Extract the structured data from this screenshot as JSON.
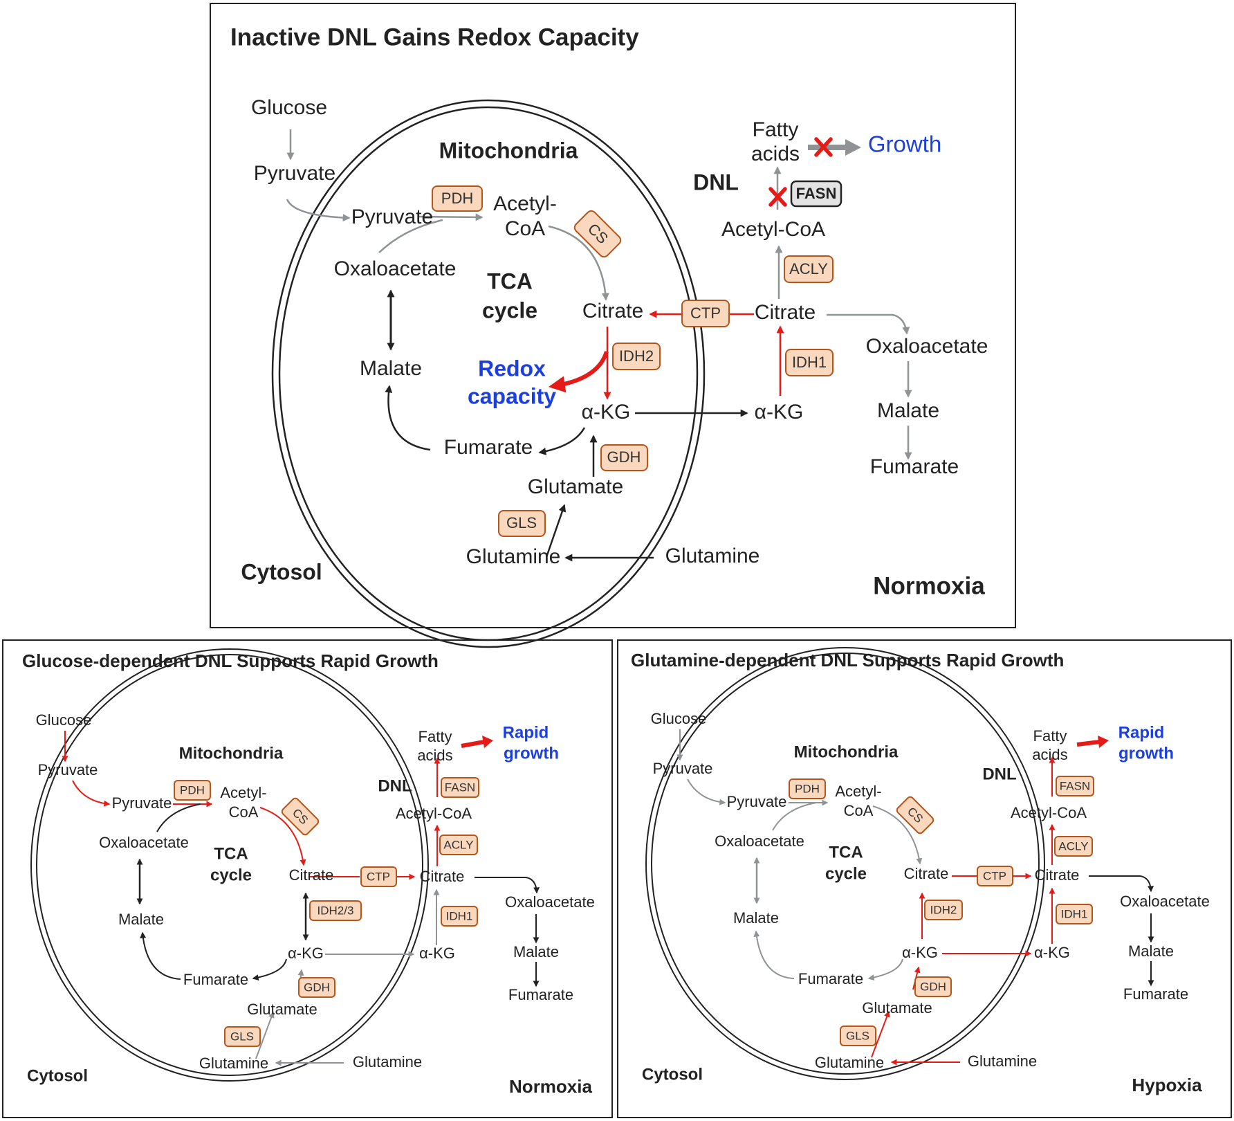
{
  "colors": {
    "red": "#e41b17",
    "gray": "#8f9396",
    "black": "#222222",
    "blue": "#1c3fe0",
    "enzyme_fill": "#f9d8bd",
    "enzyme_stroke": "#b4551c"
  },
  "top": {
    "title": "Inactive DNL Gains Redox Capacity",
    "glucose": "Glucose",
    "pyruvate_cyto": "Pyruvate",
    "pyruvate_mito": "Pyruvate",
    "mitochondria": "Mitochondria",
    "acetyl_coa_mito_1": "Acetyl-",
    "acetyl_coa_mito_2": "CoA",
    "oxaloacetate_mito": "Oxaloacetate",
    "tca_1": "TCA",
    "tca_2": "cycle",
    "citrate_mito": "Citrate",
    "malate_mito": "Malate",
    "redox_1": "Redox",
    "redox_2": "capacity",
    "akg_mito": "α-KG",
    "fumarate_mito": "Fumarate",
    "glutamate": "Glutamate",
    "glutamine_mito": "Glutamine",
    "glutamine_cyto": "Glutamine",
    "cytosol": "Cytosol",
    "condition": "Normoxia",
    "dnl": "DNL",
    "fatty_1": "Fatty",
    "fatty_2": "acids",
    "growth": "Growth",
    "acetyl_coa_cyto": "Acetyl-CoA",
    "citrate_cyto": "Citrate",
    "akg_cyto": "α-KG",
    "oxaloacetate_cyto": "Oxaloacetate",
    "malate_cyto": "Malate",
    "fumarate_cyto": "Fumarate",
    "enzymes": {
      "pdh": "PDH",
      "cs": "CS",
      "ctp": "CTP",
      "idh2": "IDH2",
      "gdh": "GDH",
      "gls": "GLS",
      "acly": "ACLY",
      "idh1": "IDH1",
      "fasn": "FASN"
    }
  },
  "left": {
    "title": "Glucose-dependent DNL Supports Rapid Growth",
    "glucose": "Glucose",
    "pyruvate_cyto": "Pyruvate",
    "pyruvate_mito": "Pyruvate",
    "mitochondria": "Mitochondria",
    "acetyl_coa_mito_1": "Acetyl-",
    "acetyl_coa_mito_2": "CoA",
    "oxaloacetate_mito": "Oxaloacetate",
    "tca_1": "TCA",
    "tca_2": "cycle",
    "citrate_mito": "Citrate",
    "malate_mito": "Malate",
    "akg_mito": "α-KG",
    "fumarate_mito": "Fumarate",
    "glutamate": "Glutamate",
    "glutamine_mito": "Glutamine",
    "glutamine_cyto": "Glutamine",
    "cytosol": "Cytosol",
    "condition": "Normoxia",
    "dnl": "DNL",
    "fatty_1": "Fatty",
    "fatty_2": "acids",
    "growth_1": "Rapid",
    "growth_2": "growth",
    "acetyl_coa_cyto": "Acetyl-CoA",
    "citrate_cyto": "Citrate",
    "akg_cyto": "α-KG",
    "oxaloacetate_cyto": "Oxaloacetate",
    "malate_cyto": "Malate",
    "fumarate_cyto": "Fumarate",
    "enzymes": {
      "pdh": "PDH",
      "cs": "CS",
      "ctp": "CTP",
      "idh": "IDH2/3",
      "gdh": "GDH",
      "gls": "GLS",
      "acly": "ACLY",
      "idh1": "IDH1",
      "fasn": "FASN"
    }
  },
  "right": {
    "title": "Glutamine-dependent DNL Supports Rapid Growth",
    "glucose": "Glucose",
    "pyruvate_cyto": "Pyruvate",
    "pyruvate_mito": "Pyruvate",
    "mitochondria": "Mitochondria",
    "acetyl_coa_mito_1": "Acetyl-",
    "acetyl_coa_mito_2": "CoA",
    "oxaloacetate_mito": "Oxaloacetate",
    "tca_1": "TCA",
    "tca_2": "cycle",
    "citrate_mito": "Citrate",
    "malate_mito": "Malate",
    "akg_mito": "α-KG",
    "fumarate_mito": "Fumarate",
    "glutamate": "Glutamate",
    "glutamine_mito": "Glutamine",
    "glutamine_cyto": "Glutamine",
    "cytosol": "Cytosol",
    "condition": "Hypoxia",
    "dnl": "DNL",
    "fatty_1": "Fatty",
    "fatty_2": "acids",
    "growth_1": "Rapid",
    "growth_2": "growth",
    "acetyl_coa_cyto": "Acetyl-CoA",
    "citrate_cyto": "Citrate",
    "akg_cyto": "α-KG",
    "oxaloacetate_cyto": "Oxaloacetate",
    "malate_cyto": "Malate",
    "fumarate_cyto": "Fumarate",
    "enzymes": {
      "pdh": "PDH",
      "cs": "CS",
      "ctp": "CTP",
      "idh": "IDH2",
      "gdh": "GDH",
      "gls": "GLS",
      "acly": "ACLY",
      "idh1": "IDH1",
      "fasn": "FASN"
    }
  }
}
